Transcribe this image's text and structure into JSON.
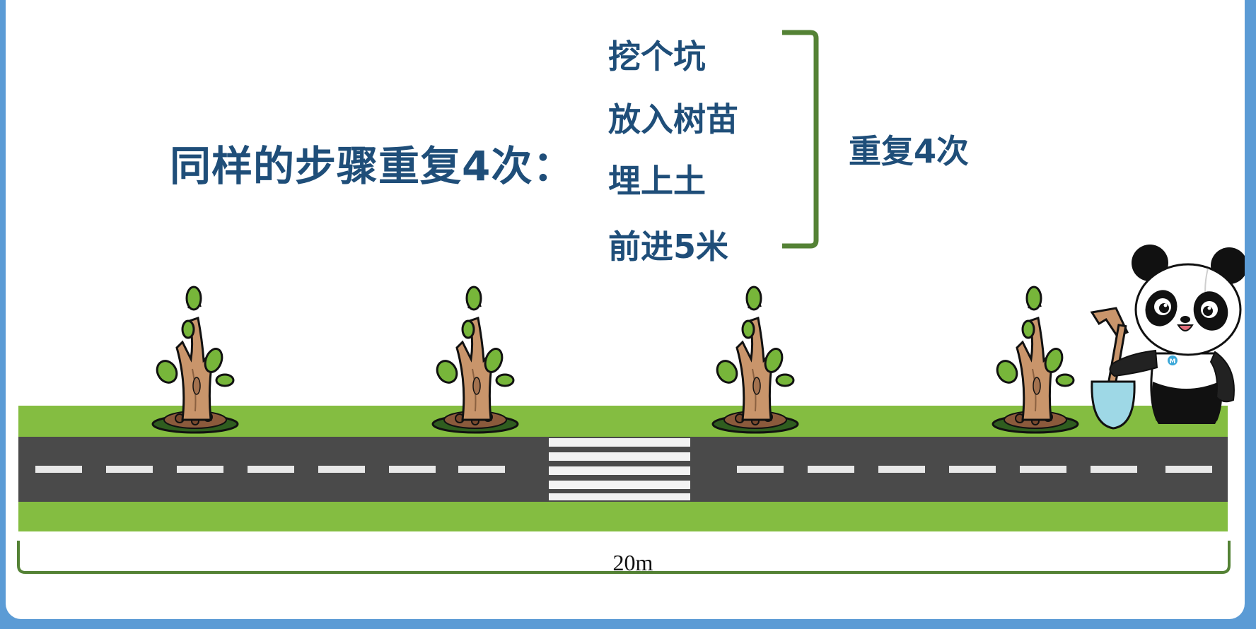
{
  "title": "同样的步骤重复4次：",
  "steps": [
    "挖个坑",
    "放入树苗",
    "埋上土",
    "前进5米"
  ],
  "repeat_label": "重复4次",
  "distance_label": "20m",
  "trees": {
    "count": 4,
    "spacing": "5米"
  },
  "colors": {
    "text": "#1f4e79",
    "bracket": "#548235",
    "grass": "#84bd41",
    "road": "#4a4a4a",
    "lane_mark": "#e8e8e8",
    "background_frame": "#5b9bd5"
  },
  "icons": [
    "sapling-icon",
    "panda-mascot-icon",
    "shovel-icon",
    "crosswalk-icon"
  ]
}
